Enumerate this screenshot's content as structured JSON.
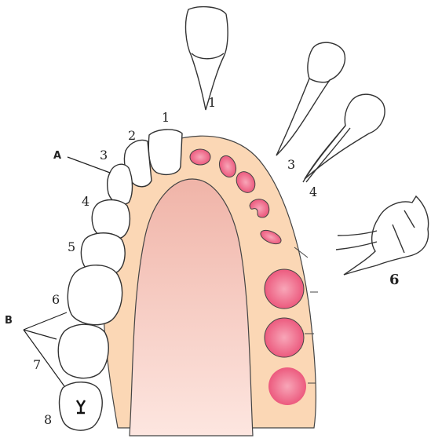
{
  "colors": {
    "arch_fill": "#fbd7b5",
    "palate_fill": "#f5c4b4",
    "socket_fill": "#f06a8a",
    "tooth_fill": "#ffffff",
    "outline": "#333333"
  },
  "labels": {
    "crown_numbers": [
      "1",
      "2",
      "3",
      "4",
      "5",
      "6",
      "7",
      "8"
    ],
    "letter_a": "A",
    "letter_b": "B",
    "root_labels": [
      "1",
      "3",
      "4",
      "6"
    ]
  },
  "sockets": [
    {
      "name": "socket-central-incisor",
      "shape": "oval"
    },
    {
      "name": "socket-lateral-incisor",
      "shape": "oval"
    },
    {
      "name": "socket-canine",
      "shape": "oval"
    },
    {
      "name": "socket-first-premolar",
      "shape": "kidney"
    },
    {
      "name": "socket-second-premolar",
      "shape": "slit"
    },
    {
      "name": "socket-first-molar",
      "shape": "round"
    },
    {
      "name": "socket-second-molar",
      "shape": "round"
    },
    {
      "name": "socket-third-molar",
      "shape": "round"
    }
  ],
  "teeth_shown": [
    "central-incisor",
    "lateral-incisor",
    "canine",
    "first-premolar",
    "second-premolar",
    "first-molar",
    "second-molar",
    "third-molar"
  ],
  "isolated_teeth": [
    "incisor",
    "canine",
    "premolar",
    "molar"
  ]
}
